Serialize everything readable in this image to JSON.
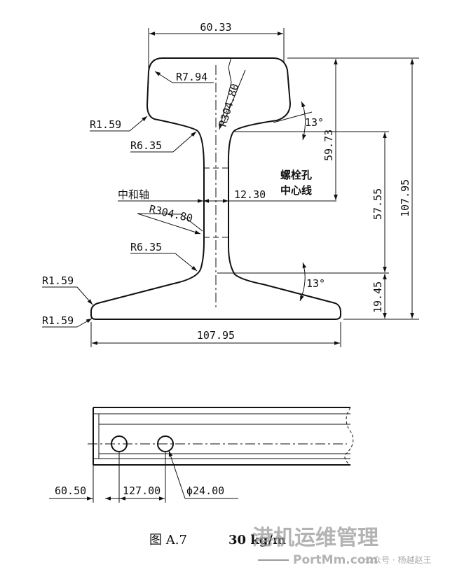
{
  "cross_section": {
    "dims": {
      "head_width": "60.33",
      "head_radius": "R7.94",
      "head_top_radius": "R304.80",
      "fillet_r159_top": "R1.59",
      "fillet_r635_top": "R6.35",
      "web_radius": "R304.80",
      "fillet_r635_bottom": "R6.35",
      "base_radius_upper": "R1.59",
      "base_radius_lower": "R1.59",
      "web_thickness": "12.30",
      "base_width": "107.95",
      "height_59": "59.73",
      "height_57": "57.55",
      "height_107": "107.95",
      "height_19": "19.45",
      "angle_top": "13°",
      "angle_bottom": "13°"
    },
    "labels": {
      "neutral_axis": "中和轴",
      "bolt_hole_line_1": "螺栓孔",
      "bolt_hole_line_2": "中心线"
    }
  },
  "side_view": {
    "dims": {
      "end_distance": "60.50",
      "hole_spacing": "127.00",
      "hole_diameter": "ϕ24.00"
    }
  },
  "caption": {
    "figure": "图 A.7",
    "title": "30 kg/m"
  },
  "watermark": {
    "main": "港机运维管理",
    "site": "PortMm.com",
    "account": "公众号 · 杨越赵王"
  }
}
